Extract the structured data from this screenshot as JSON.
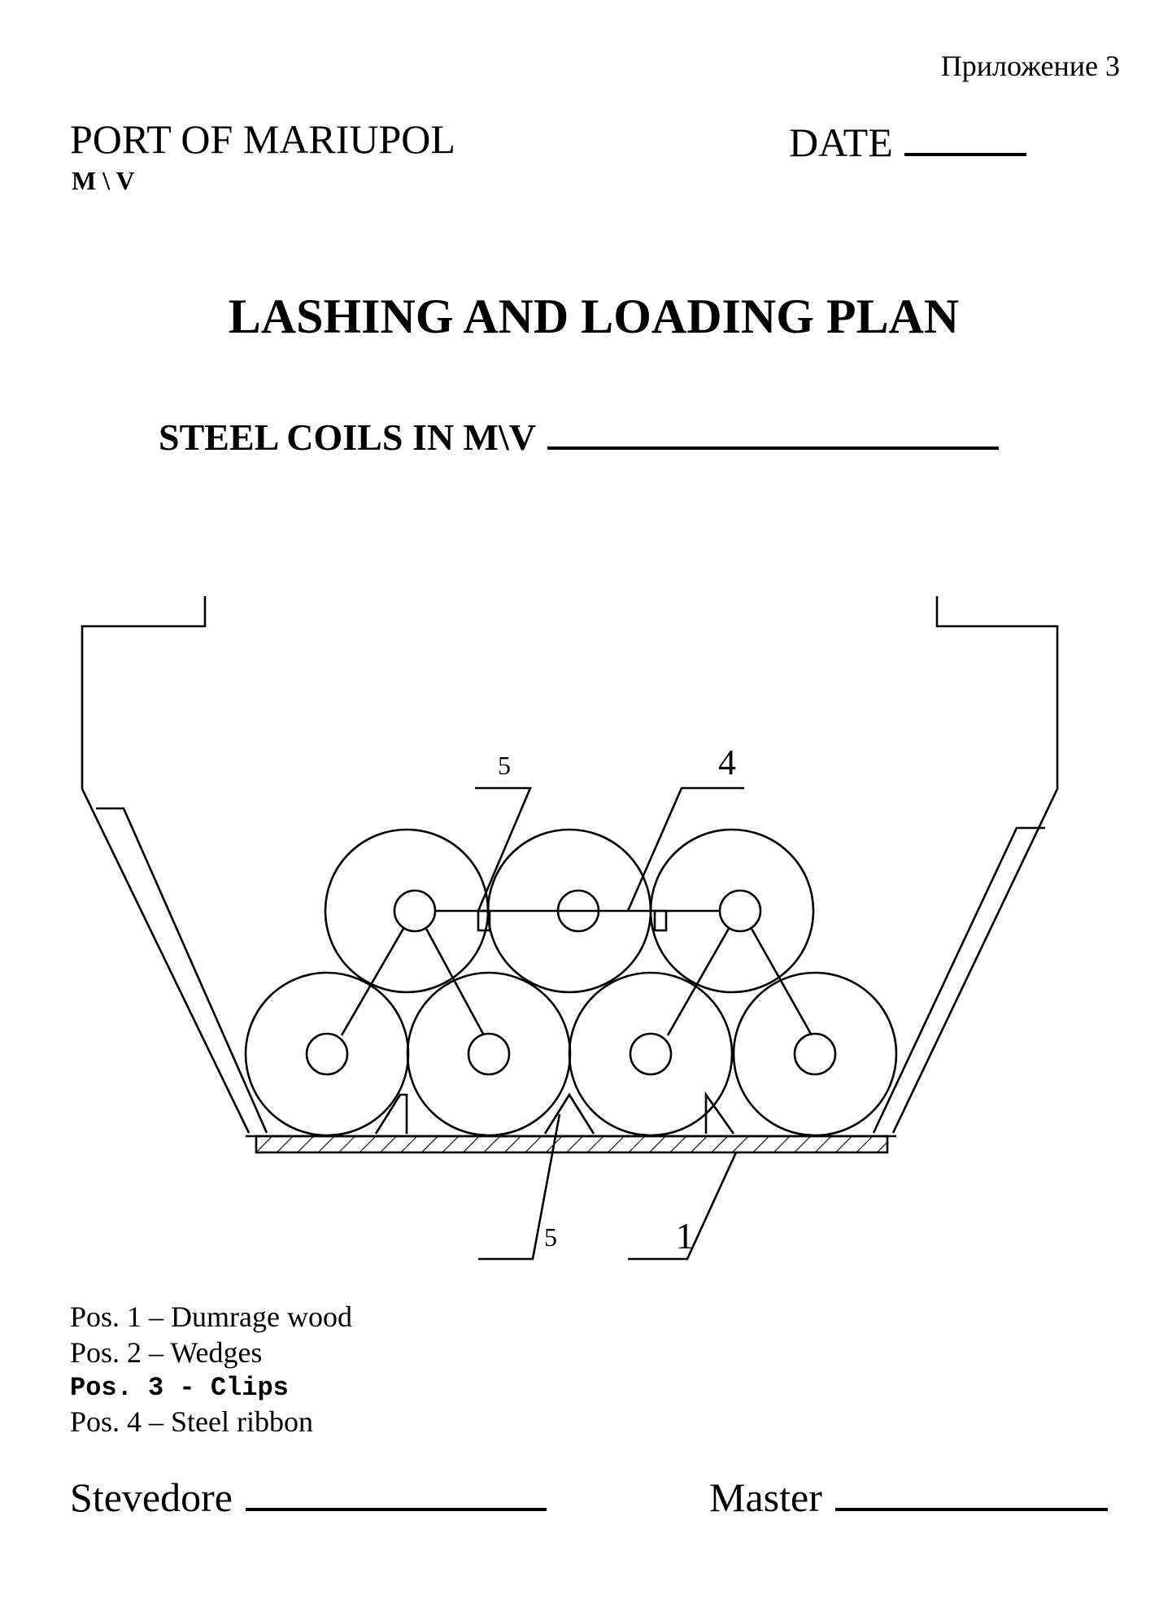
{
  "header": {
    "appendix": "Приложение 3",
    "port": "PORT OF MARIUPOL",
    "date_label": "DATE",
    "vessel_label": "M \\ V"
  },
  "document": {
    "title": "LASHING AND LOADING PLAN",
    "subtitle": "STEEL COILS IN M\\V"
  },
  "diagram": {
    "labels": {
      "clip_top": "5",
      "ribbon": "4",
      "clip_bottom": "5",
      "dunnage": "1"
    }
  },
  "legend": [
    "Pos. 1 – Dumrage wood",
    "Pos. 2 – Wedges",
    "Pos. 3 - Clips",
    "Pos. 4 – Steel ribbon"
  ],
  "signatures": {
    "stevedore": "Stevedore",
    "master": "Master"
  }
}
